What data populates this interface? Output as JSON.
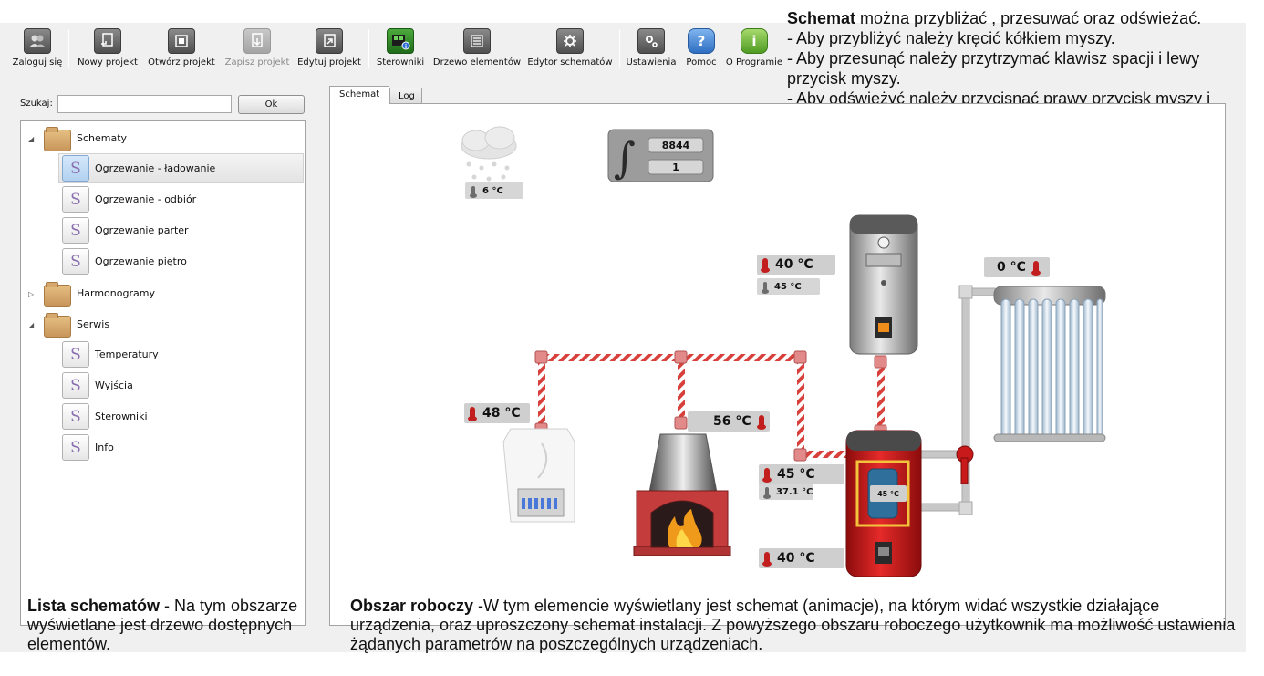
{
  "toolbar": {
    "login": "Zaloguj się",
    "new_project": "Nowy projekt",
    "open_project": "Otwórz projekt",
    "save_project": "Zapisz projekt",
    "edit_project": "Edytuj projekt",
    "controllers": "Sterowniki",
    "element_tree": "Drzewo elementów",
    "schema_editor": "Edytor schematów",
    "settings": "Ustawienia",
    "help": "Pomoc",
    "about": "O Programie"
  },
  "help_text": {
    "title": "Schemat",
    "intro": " można przybliżać , przesuwać oraz odświeżać.",
    "line1": "- Aby przybliżyć należy kręcić kółkiem myszy.",
    "line2": "- Aby przesunąć należy przytrzymać klawisz spacji i lewy przycisk myszy.",
    "line3": "- Aby odświeżyć należy przycisnąć prawy przycisk myszy i wybrać opcję „ odśwież”"
  },
  "search": {
    "label": "Szukaj:",
    "value": "",
    "ok_label": "Ok"
  },
  "tree": {
    "schematy": "Schematy",
    "item1": "Ogrzewanie - ładowanie",
    "item2": "Ogrzewanie - odbiór",
    "item3": "Ogrzewanie parter",
    "item4": "Ogrzewanie piętro",
    "harmonogramy": "Harmonogramy",
    "serwis": "Serwis",
    "serwis1": "Temperatury",
    "serwis2": "Wyjścia",
    "serwis3": "Sterowniki",
    "serwis4": "Info"
  },
  "tabs": {
    "schemat": "Schemat",
    "log": "Log"
  },
  "schema": {
    "weather_temp": "6 °C",
    "counter_top": "8844",
    "counter_bottom": "1",
    "boiler_temp": "48 °C",
    "fireplace_temp": "56 °C",
    "upper_tank_temp": "40 °C",
    "upper_tank_set": "45 °C",
    "solar_temp": "0 °C",
    "buffer_top_temp": "45 °C",
    "buffer_top_set": "37.1 °C",
    "buffer_inner_temp": "45 °C",
    "buffer_bottom_temp": "40 °C"
  },
  "captions": {
    "left_title": "Lista schematów",
    "left_text": " - Na tym obszarze wyświetlane jest drzewo dostępnych elementów.",
    "right_title": "Obszar roboczy",
    "right_text": " -W tym elemencie wyświetlany jest schemat (animacje), na którym widać wszystkie działające urządzenia, oraz uproszczony schemat instalacji. Z powyższego obszaru roboczego użytkownik ma możliwość ustawienia żądanych parametrów na poszczególnych urządzeniach."
  },
  "colors": {
    "pipe_red": "#d8403c",
    "pipe_gray": "#c7c7c7",
    "buffer_red": "#d01a1a",
    "window_bg": "#f0f0f0"
  }
}
